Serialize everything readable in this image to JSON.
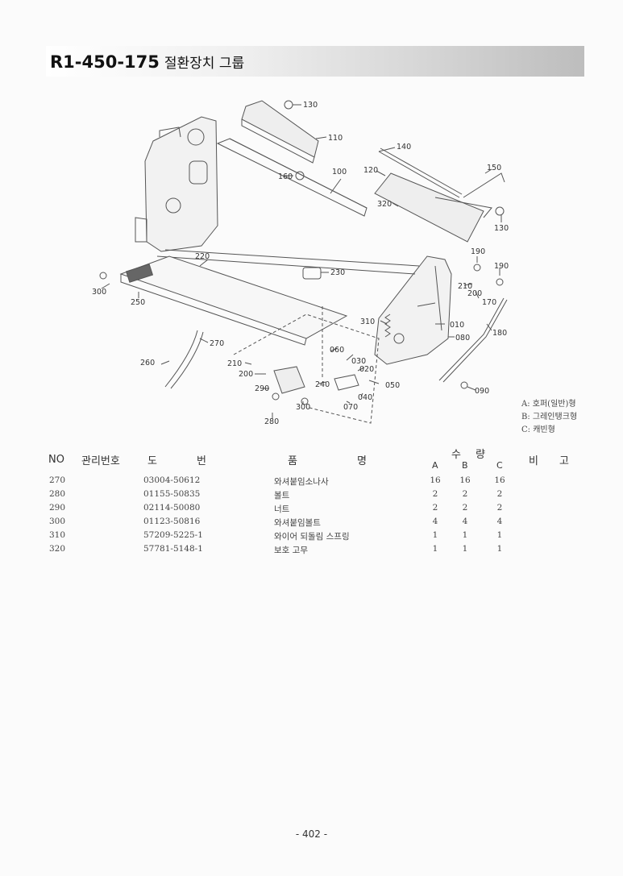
{
  "header": {
    "code": "R1-450-175",
    "group_name": "절환장치 그룹"
  },
  "diagram_labels": [
    "130",
    "110",
    "140",
    "100",
    "120",
    "150",
    "160",
    "320",
    "130",
    "220",
    "190",
    "190",
    "230",
    "210",
    "200",
    "170",
    "300",
    "250",
    "310",
    "010",
    "080",
    "180",
    "270",
    "060",
    "030",
    "020",
    "260",
    "210",
    "200",
    "240",
    "050",
    "290",
    "040",
    "090",
    "300",
    "070",
    "280"
  ],
  "legend": {
    "a": "A: 호퍼(일반)형",
    "b": "B: 그레인탱크형",
    "c": "C: 캐빈형"
  },
  "table": {
    "headers": {
      "no": "NO",
      "mgmt": "관리번호",
      "dwg1": "도",
      "dwg2": "번",
      "name1": "품",
      "name2": "명",
      "qty1": "수",
      "qty2": "량",
      "a": "A",
      "b": "B",
      "c": "C",
      "remark1": "비",
      "remark2": "고"
    },
    "rows": [
      {
        "no": "270",
        "dwg": "03004-50612",
        "name": "와셔붙임소나사",
        "a": "16",
        "b": "16",
        "c": "16"
      },
      {
        "no": "280",
        "dwg": "01155-50835",
        "name": "볼트",
        "a": "2",
        "b": "2",
        "c": "2"
      },
      {
        "no": "290",
        "dwg": "02114-50080",
        "name": "너트",
        "a": "2",
        "b": "2",
        "c": "2"
      },
      {
        "no": "300",
        "dwg": "01123-50816",
        "name": "와셔붙임볼트",
        "a": "4",
        "b": "4",
        "c": "4"
      },
      {
        "no": "310",
        "dwg": "57209-5225-1",
        "name": "와이어 되돌림 스프링",
        "a": "1",
        "b": "1",
        "c": "1"
      },
      {
        "no": "320",
        "dwg": "57781-5148-1",
        "name": "보호 고무",
        "a": "1",
        "b": "1",
        "c": "1"
      }
    ]
  },
  "footer": {
    "page": "- 402 -"
  }
}
